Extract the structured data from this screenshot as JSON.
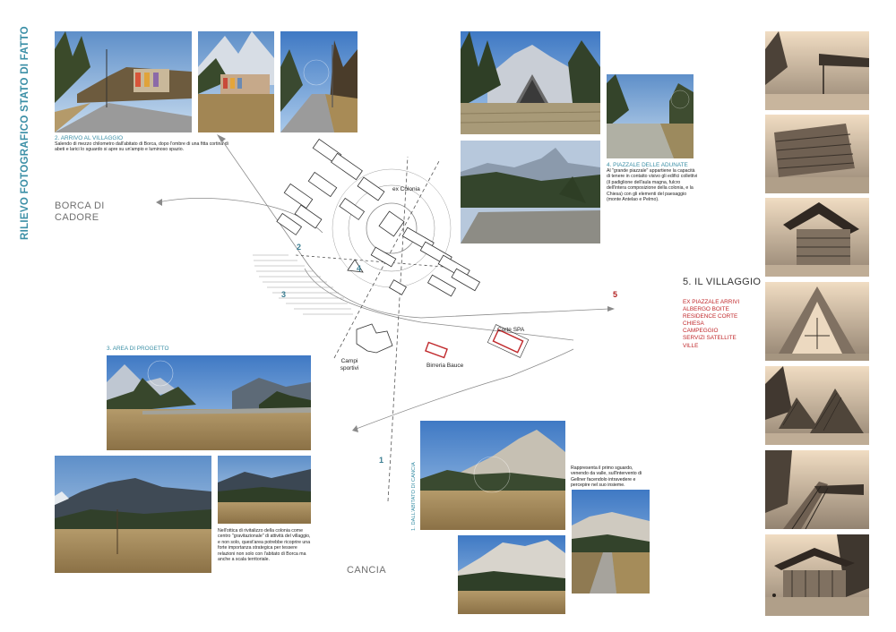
{
  "title": "RILIEVO FOTOGRAFICO STATO DI FATTO",
  "captions": {
    "arrivo": {
      "title": "2. ARRIVO AL VILLAGGIO",
      "text": "Salendo di mezzo chilometro dall'abitato di Borca, dopo l'ombre di una fitta cortina di abeti e larici lo sguardo si apre su un'ampio e luminoso spazio."
    },
    "piazzale": {
      "title": "4. PIAZZALE DELLE ADUNATE",
      "text": "Al \"grande piazzale\" appartiene la capacità di tenere in contatto visivo gli edifici collettivi (il padiglione dell'aula magna, fulcro dell'intera composizione della colonia, e la Chiesa) con gli elementi del paesaggio (monte Antelao e Pelmo)."
    },
    "area": {
      "title": "3. AREA DI PROGETTO"
    },
    "area_text": "Nell'ottica di rivitalizzo della colonia come centro \"gravitazionale\" di attività del villaggio, e non solo, quest'area potrebbe ricoprire una forte importanza strategica per tessere relazioni non solo con l'abitato di Borca ma anche a scala territoriale.",
    "cancia_text": "Rappresenta il primo sguardo, venendo da valle, sull'intervento di Gellner facendolo intravedere e percepire nel suo insieme.",
    "cancia_vertical": "1. DALL'ABITATO DI CANCIA"
  },
  "places": {
    "borca": "BORCA DI CADORE",
    "cancia": "CANCIA"
  },
  "map": {
    "ex_colonia": "ex Colonia",
    "campi": "Campi sportivi",
    "birreria": "Birreria Bauce",
    "corte": "Corte SPA",
    "numbers": [
      "1",
      "2",
      "3",
      "4",
      "5"
    ]
  },
  "villaggio": {
    "heading": "5. IL VILLAGGIO",
    "items": [
      "EX PIAZZALE ARRIVI",
      "ALBERGO BOITE",
      "RESIDENCE CORTE",
      "CHIESA",
      "CAMPEGGIO",
      "SERVIZI SATELLITE",
      "VILLE"
    ]
  },
  "colors": {
    "accent_blue": "#3b8fa6",
    "accent_red": "#c0282b",
    "map_line": "#8a8a8a"
  }
}
